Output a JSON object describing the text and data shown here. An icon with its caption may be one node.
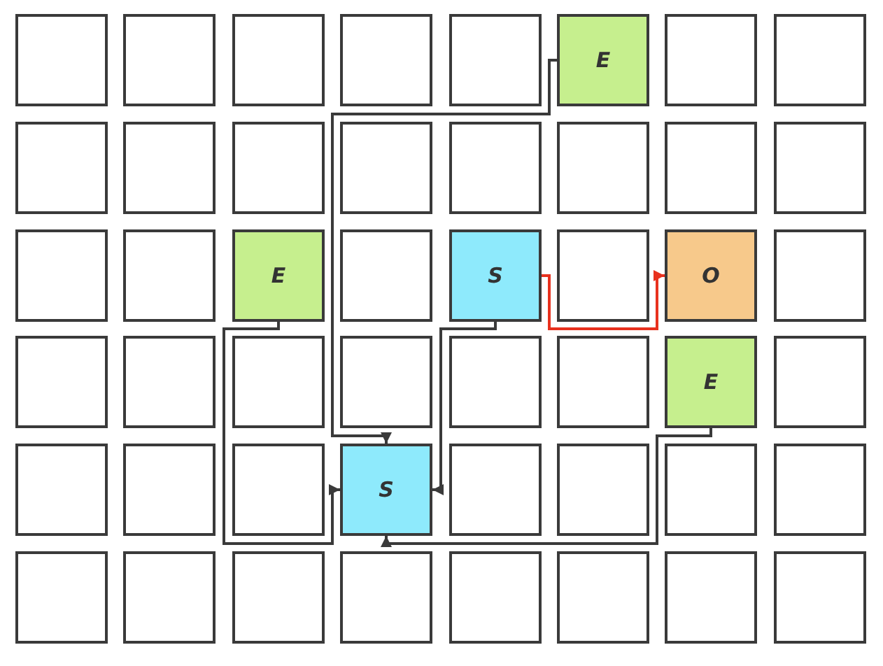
{
  "diagram": {
    "nodes": [
      {
        "text": [],
        "shape": "box"
      },
      {
        "text": [],
        "shape": "box"
      },
      {
        "text": [],
        "shape": "box"
      },
      {
        "text": [],
        "shape": "box"
      },
      {
        "text": [],
        "shape": "box"
      },
      {
        "text": [
          "E"
        ]
      },
      {
        "text": [],
        "shape": "box"
      },
      {
        "text": [],
        "shape": "box"
      },
      {
        "text": [],
        "shape": "box"
      },
      {
        "text": [],
        "shape": "box"
      },
      {
        "text": [],
        "shape": "box"
      },
      {
        "text": [],
        "shape": "box"
      },
      {
        "text": [],
        "shape": "box"
      },
      {
        "text": [],
        "shape": "box"
      },
      {
        "text": [],
        "shape": "box"
      },
      {
        "text": [],
        "shape": "box"
      },
      {
        "text": [],
        "shape": "box"
      },
      {
        "text": [],
        "shape": "box"
      },
      {
        "text": [
          "E"
        ]
      },
      {
        "text": [],
        "shape": "box"
      },
      {
        "text": [
          "S"
        ]
      },
      {
        "text": [],
        "shape": "box"
      },
      {
        "text": [
          "O"
        ]
      },
      {
        "text": [],
        "shape": "box"
      },
      {
        "text": [],
        "shape": "box"
      },
      {
        "text": [],
        "shape": "box"
      },
      {
        "text": [],
        "shape": "box"
      },
      {
        "text": [],
        "shape": "box"
      },
      {
        "text": [],
        "shape": "box"
      },
      {
        "text": [],
        "shape": "box"
      },
      {
        "text": [
          "E"
        ]
      },
      {
        "text": [],
        "shape": "box"
      },
      {
        "text": [],
        "shape": "box"
      },
      {
        "text": [],
        "shape": "box"
      },
      {
        "text": [],
        "shape": "box"
      },
      {
        "text": [
          "S"
        ]
      },
      {
        "text": [],
        "shape": "box"
      },
      {
        "text": [],
        "shape": "box"
      },
      {
        "text": [],
        "shape": "box"
      },
      {
        "text": [],
        "shape": "box"
      },
      {
        "text": [],
        "shape": "box"
      },
      {
        "text": [],
        "shape": "box"
      },
      {
        "text": [],
        "shape": "box"
      },
      {
        "text": [],
        "shape": "box"
      },
      {
        "text": [],
        "shape": "box"
      },
      {
        "text": [],
        "shape": "box"
      },
      {
        "text": [],
        "shape": "box"
      },
      {
        "text": [],
        "shape": "box"
      }
    ],
    "edges": [
      {
        "from": 5,
        "to": 35,
        "arrow": "to"
      },
      {
        "from": 18,
        "to": 35,
        "arrow": "to"
      },
      {
        "from": 20,
        "to": 22,
        "arrow": "to",
        "color": "#e8311e"
      },
      {
        "from": 20,
        "to": 35,
        "arrow": "to"
      },
      {
        "from": 30,
        "to": 35,
        "arrow": "to"
      }
    ]
  }
}
